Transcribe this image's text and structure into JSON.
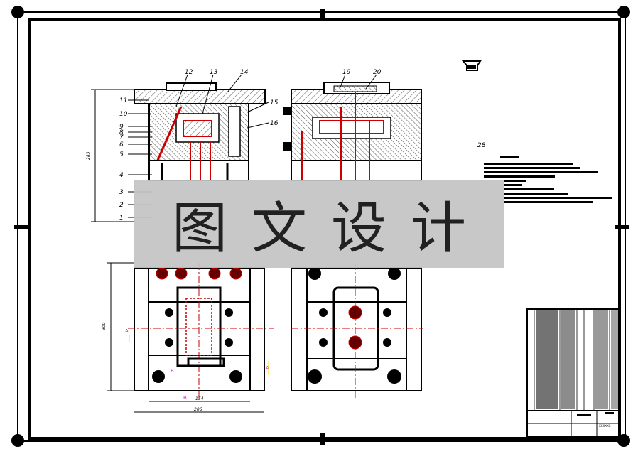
{
  "sheet": {
    "watermark_text": "图文设计",
    "colors": {
      "line": "#000000",
      "hatch": "#555555",
      "center": "#e00000",
      "magenta": "#d020d0",
      "yellow": "#f0e000"
    }
  },
  "part_numbers": {
    "n1": "1",
    "n2": "2",
    "n3": "3",
    "n4": "4",
    "n5": "5",
    "n6": "6",
    "n7": "7",
    "n8": "8",
    "n9": "9",
    "n10": "10",
    "n11": "11",
    "n12": "12",
    "n13": "13",
    "n14": "14",
    "n15": "15",
    "n16": "16",
    "n19": "19",
    "n20": "20",
    "n28": "28"
  },
  "section_marks": {
    "a": "A",
    "b": "B"
  },
  "dimensions": {
    "height_left": "283",
    "height_bottom": "300",
    "width_inner": "154",
    "width_outer": "206"
  },
  "title_block": {
    "name": "XXXXXX"
  }
}
